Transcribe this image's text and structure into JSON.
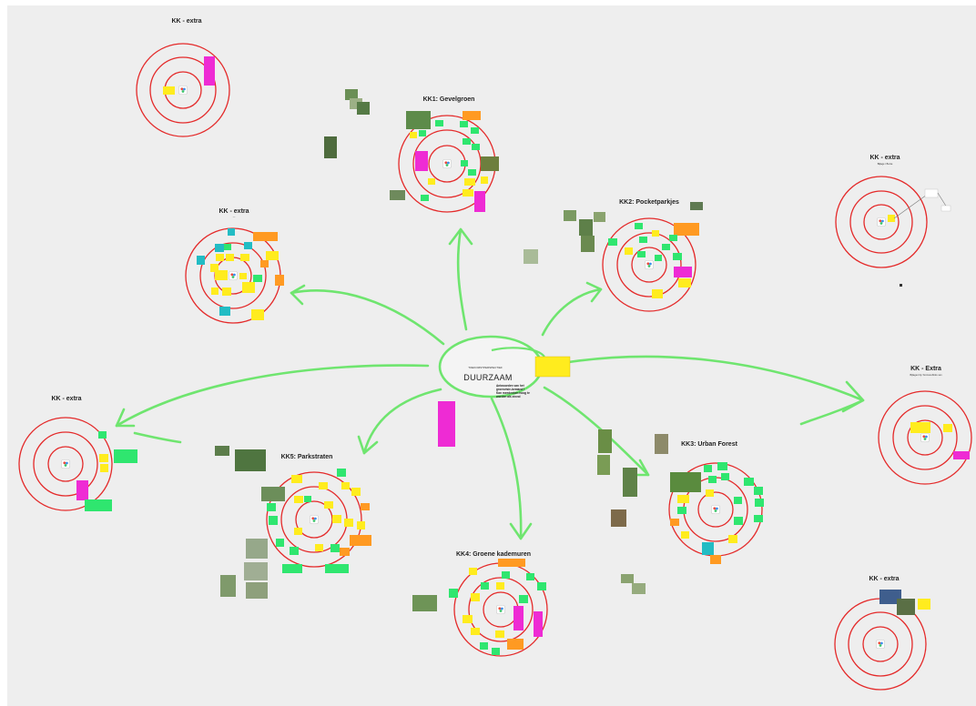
{
  "board": {
    "center": {
      "label_small": "TOEKOMSTPERSPECTIEF",
      "label_big": "DUURZAAM",
      "question_lines": [
        "Antwoorden van het",
        "groenvisie-bestand?",
        "Kan meedenken hoog te",
        "worden als zinvol"
      ]
    },
    "clusters": [
      {
        "title": "KK - extra",
        "subtitle": ""
      },
      {
        "title": "KK1: Gevelgroen",
        "subtitle": ""
      },
      {
        "title": "KK - extra",
        "subtitle": "—"
      },
      {
        "title": "KK2: Pocketparkjes",
        "subtitle": ""
      },
      {
        "title": "KK - extra",
        "subtitle": "Bijlage / Bunie"
      },
      {
        "title": "KK - extra",
        "subtitle": ""
      },
      {
        "title": "KK5: Parkstraten",
        "subtitle": ""
      },
      {
        "title": "KK4: Groene kademuren",
        "subtitle": ""
      },
      {
        "title": "KK3: Urban Forest",
        "subtitle": ""
      },
      {
        "title": "KK - Extra",
        "subtitle": "Bijlagen bij / bronnen/links van"
      },
      {
        "title": "KK - extra",
        "subtitle": ""
      }
    ]
  },
  "colors": {
    "background": "#eeeeee",
    "ring": "#e42a2a",
    "arrow": "#6fe56f",
    "note_green": "#2fe66f",
    "note_yellow": "#ffec1e",
    "note_orange": "#ff9a22",
    "note_magenta": "#ee2bd4",
    "note_teal": "#22bcc4"
  }
}
